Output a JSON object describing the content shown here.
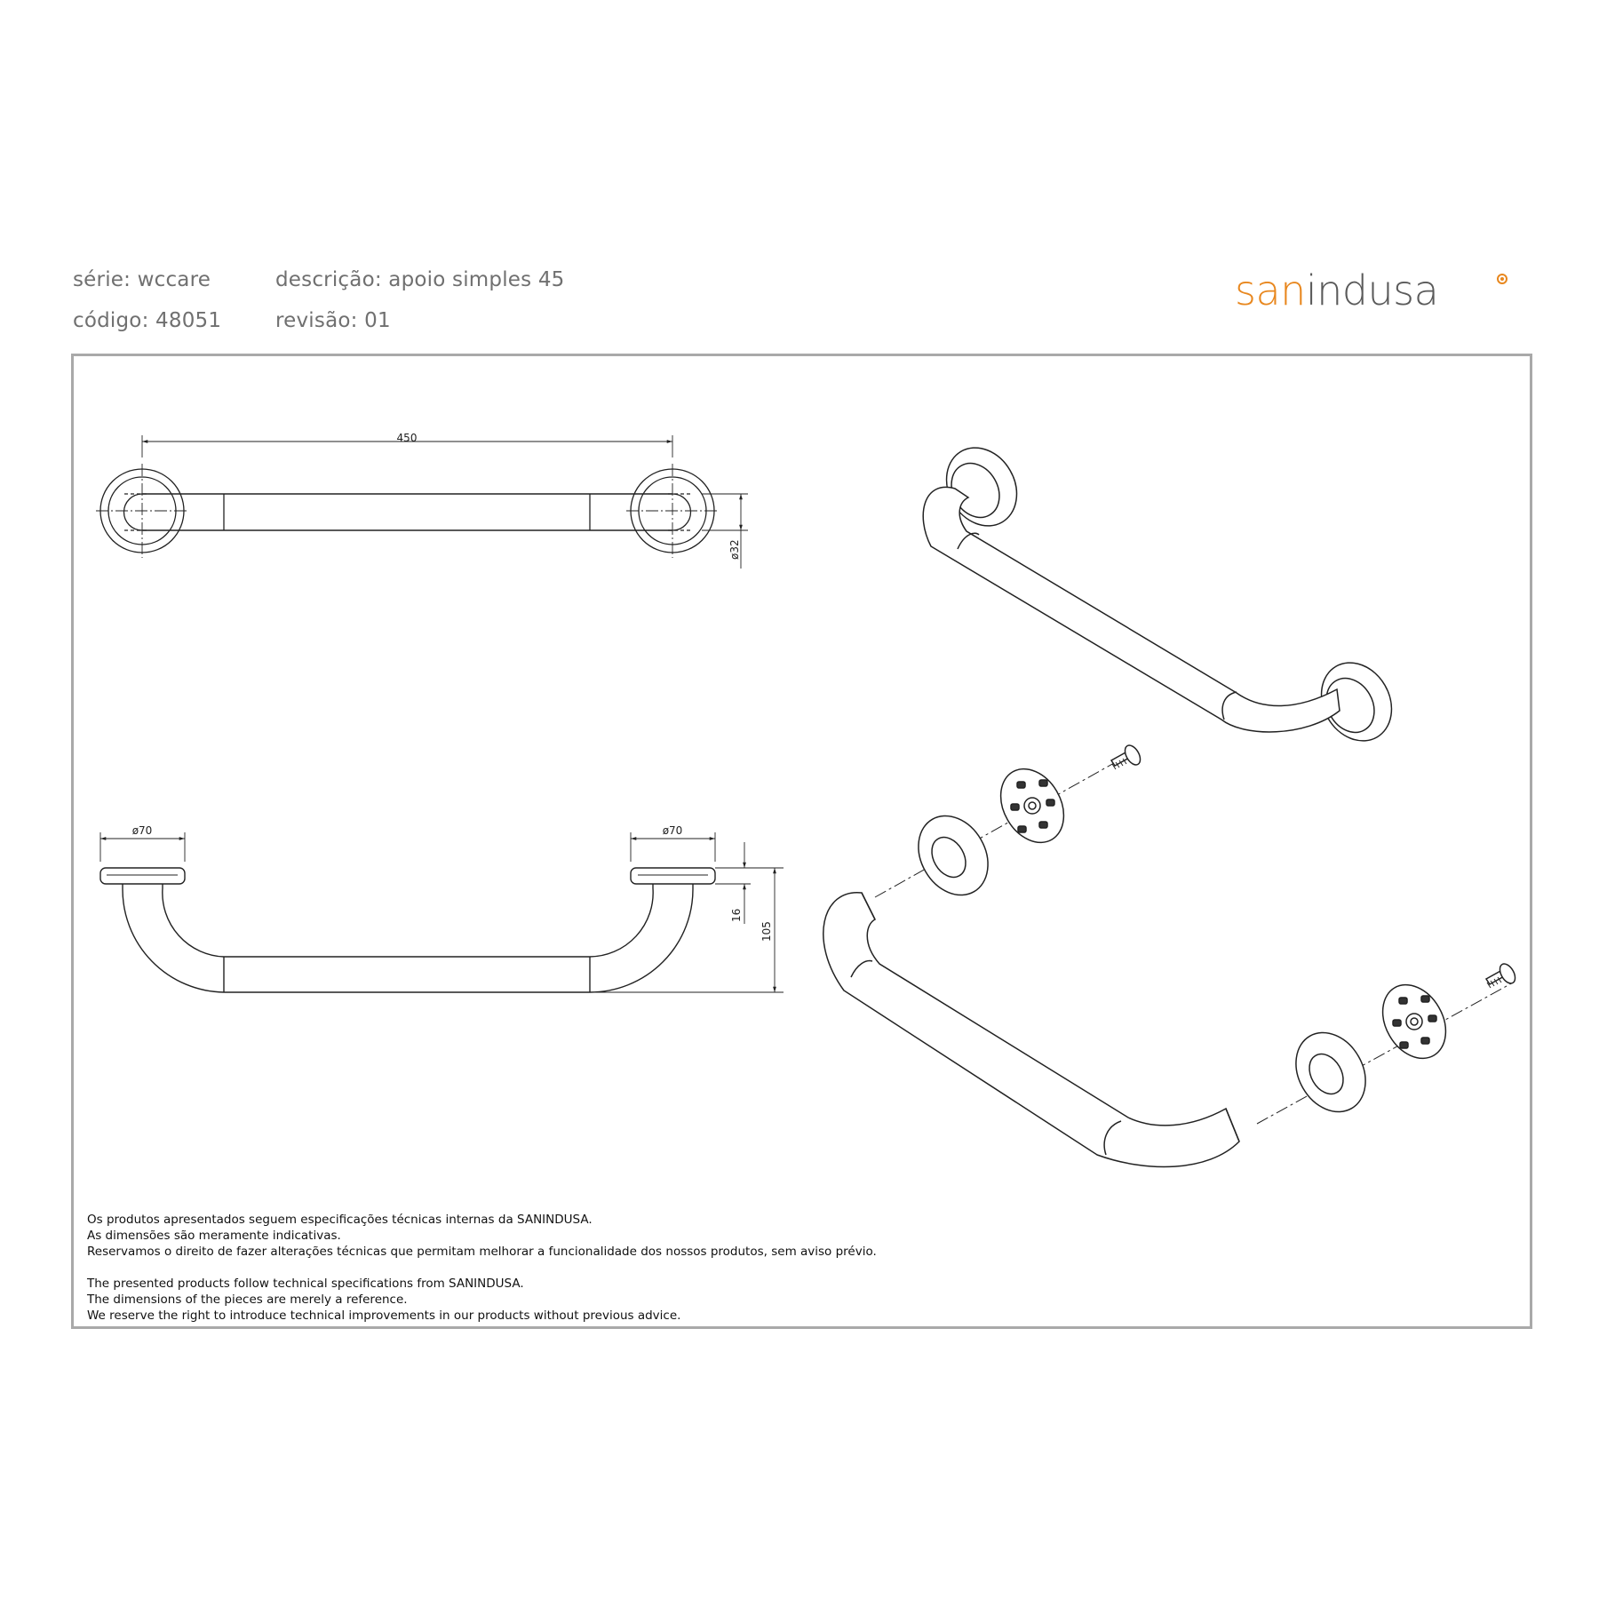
{
  "header": {
    "serie": "série: wccare",
    "codigo": "código: 48051",
    "descricao": "descrição: apoio simples 45",
    "revisao": "revisão: 01"
  },
  "logo": {
    "part1": "san",
    "part2": "indusa"
  },
  "colors": {
    "brand_orange": "#e8871e",
    "logo_gray": "#5a5a5a",
    "frame_gray": "#a9a9a9",
    "line": "#222222"
  },
  "dimensions": {
    "length": "450",
    "tube_diameter": "ø32",
    "flange_left": "ø70",
    "flange_right": "ø70",
    "flange_height": "16",
    "depth": "105"
  },
  "disclaimer": {
    "pt": [
      "Os produtos apresentados seguem especificações técnicas internas da SANINDUSA.",
      "As dimensões são meramente indicativas.",
      "Reservamos o direito de fazer alterações técnicas que permitam melhorar a funcionalidade dos nossos produtos, sem aviso prévio."
    ],
    "en": [
      "The presented products follow technical specifications from SANINDUSA.",
      "The dimensions of the pieces are merely a reference.",
      "We reserve the right to introduce technical improvements in our products without previous advice."
    ]
  }
}
